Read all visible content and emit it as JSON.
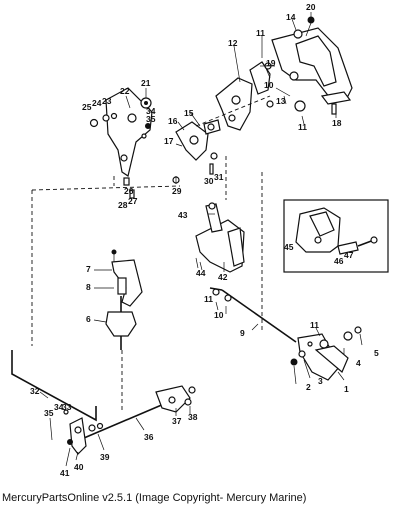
{
  "caption": "MercuryPartsOnline v2.5.1 (Image Copyright- Mercury Marine)",
  "callouts": [
    "1",
    "2",
    "3",
    "4",
    "5",
    "6",
    "7",
    "8",
    "9",
    "10",
    "11",
    "12",
    "13",
    "14",
    "15",
    "16",
    "17",
    "18",
    "19",
    "20",
    "21",
    "22",
    "23",
    "24",
    "25",
    "26",
    "27",
    "28",
    "29",
    "30",
    "31",
    "32",
    "33",
    "34",
    "35",
    "36",
    "37",
    "38",
    "39",
    "40",
    "41",
    "42",
    "43",
    "44",
    "45",
    "46",
    "47"
  ],
  "labels": [
    {
      "id": "20",
      "text": "20"
    },
    {
      "id": "14",
      "text": "14"
    },
    {
      "id": "11a",
      "text": "11"
    },
    {
      "id": "12",
      "text": "12"
    },
    {
      "id": "19",
      "text": "19"
    },
    {
      "id": "10a",
      "text": "10"
    },
    {
      "id": "13",
      "text": "13"
    },
    {
      "id": "11b",
      "text": "11"
    },
    {
      "id": "18",
      "text": "18"
    },
    {
      "id": "21",
      "text": "21"
    },
    {
      "id": "22",
      "text": "22"
    },
    {
      "id": "25",
      "text": "25"
    },
    {
      "id": "24",
      "text": "24"
    },
    {
      "id": "23",
      "text": "23"
    },
    {
      "id": "34",
      "text": "34"
    },
    {
      "id": "35a",
      "text": "35"
    },
    {
      "id": "15",
      "text": "15"
    },
    {
      "id": "16",
      "text": "16"
    },
    {
      "id": "17",
      "text": "17"
    },
    {
      "id": "26",
      "text": "26"
    },
    {
      "id": "27",
      "text": "27"
    },
    {
      "id": "28",
      "text": "28"
    },
    {
      "id": "29",
      "text": "29"
    },
    {
      "id": "30",
      "text": "30"
    },
    {
      "id": "31",
      "text": "31"
    },
    {
      "id": "43",
      "text": "43"
    },
    {
      "id": "44",
      "text": "44"
    },
    {
      "id": "42",
      "text": "42"
    },
    {
      "id": "45",
      "text": "45"
    },
    {
      "id": "46",
      "text": "46"
    },
    {
      "id": "47",
      "text": "47"
    },
    {
      "id": "7",
      "text": "7"
    },
    {
      "id": "8",
      "text": "8"
    },
    {
      "id": "6",
      "text": "6"
    },
    {
      "id": "11c",
      "text": "11"
    },
    {
      "id": "10b",
      "text": "10"
    },
    {
      "id": "9",
      "text": "9"
    },
    {
      "id": "11d",
      "text": "11"
    },
    {
      "id": "5",
      "text": "5"
    },
    {
      "id": "4",
      "text": "4"
    },
    {
      "id": "3",
      "text": "3"
    },
    {
      "id": "2",
      "text": "2"
    },
    {
      "id": "1",
      "text": "1"
    },
    {
      "id": "32",
      "text": "32"
    },
    {
      "id": "35b",
      "text": "35"
    },
    {
      "id": "34b",
      "text": "34"
    },
    {
      "id": "33",
      "text": "33"
    },
    {
      "id": "36",
      "text": "36"
    },
    {
      "id": "37",
      "text": "37"
    },
    {
      "id": "38",
      "text": "38"
    },
    {
      "id": "39",
      "text": "39"
    },
    {
      "id": "40",
      "text": "40"
    },
    {
      "id": "41",
      "text": "41"
    }
  ]
}
